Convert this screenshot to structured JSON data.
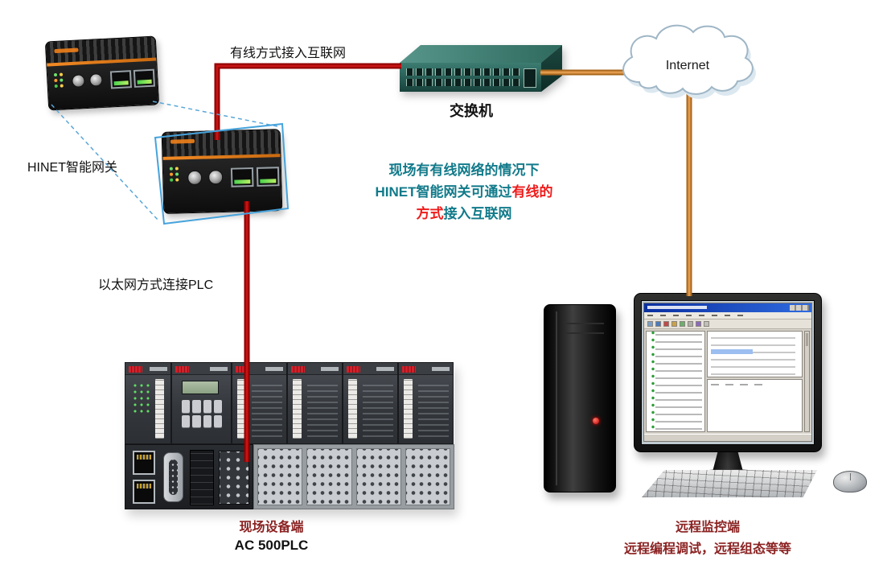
{
  "labels": {
    "gateway": "HINET智能网关",
    "wired_access": "有线方式接入互联网",
    "switch": "交换机",
    "internet": "Internet",
    "ethernet_plc": "以太网方式连接PLC",
    "field_device_title": "现场设备端",
    "field_device_model": "AC 500PLC",
    "remote_title": "远程监控端",
    "remote_subtitle": "远程编程调试，远程组态等等"
  },
  "note": {
    "line1": "现场有有线网络的情况下",
    "line2_teal": "HINET智能网关可通过",
    "line2_red": "有线的",
    "line3_red": "方式",
    "line3_teal": "接入互联网"
  },
  "colors": {
    "cable_red": "#b40404",
    "cable_orange": "#d9913f",
    "note_teal": "#117a8a",
    "note_red": "#ee1c1c",
    "caption_maroon": "#8b2222"
  }
}
